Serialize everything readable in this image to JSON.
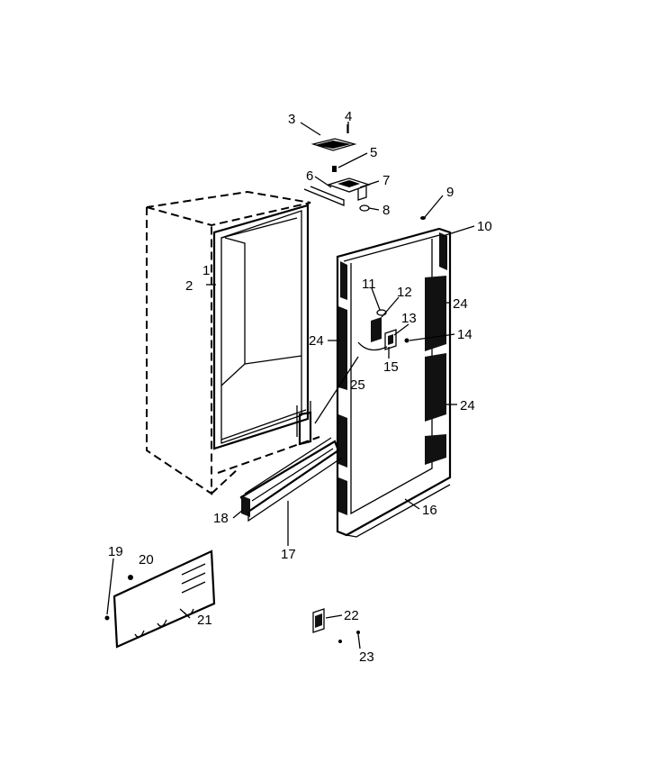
{
  "diagram": {
    "labels": {
      "p1": "1",
      "p2": "2",
      "p3": "3",
      "p4": "4",
      "p5": "5",
      "p6": "6",
      "p7": "7",
      "p8": "8",
      "p9": "9",
      "p10": "10",
      "p11": "11",
      "p12": "12",
      "p13": "13",
      "p14": "14",
      "p15": "15",
      "p16": "16",
      "p17": "17",
      "p18": "18",
      "p19": "19",
      "p20": "20",
      "p21": "21",
      "p22": "22",
      "p23": "23",
      "p24a": "24",
      "p24b": "24",
      "p24c": "24",
      "p25": "25"
    }
  }
}
